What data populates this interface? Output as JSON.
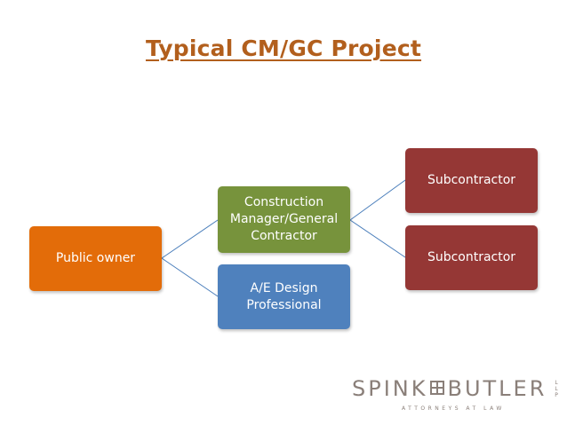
{
  "title": "Typical CM/GC Project",
  "nodes": {
    "owner": {
      "label": "Public owner",
      "color": "#e36c09"
    },
    "cm": {
      "label": "Construction Manager/General Contractor",
      "color": "#77933c"
    },
    "ae": {
      "label": "A/E Design Professional",
      "color": "#4f81bd"
    },
    "sub1": {
      "label": "Subcontractor",
      "color": "#953735"
    },
    "sub2": {
      "label": "Subcontractor",
      "color": "#953735"
    }
  },
  "connector_color": "#4a7ebb",
  "logo": {
    "name_left": "SPINK",
    "name_right": "BUTLER",
    "tagline": "ATTORNEYS AT LAW",
    "suffix": "LLP"
  }
}
